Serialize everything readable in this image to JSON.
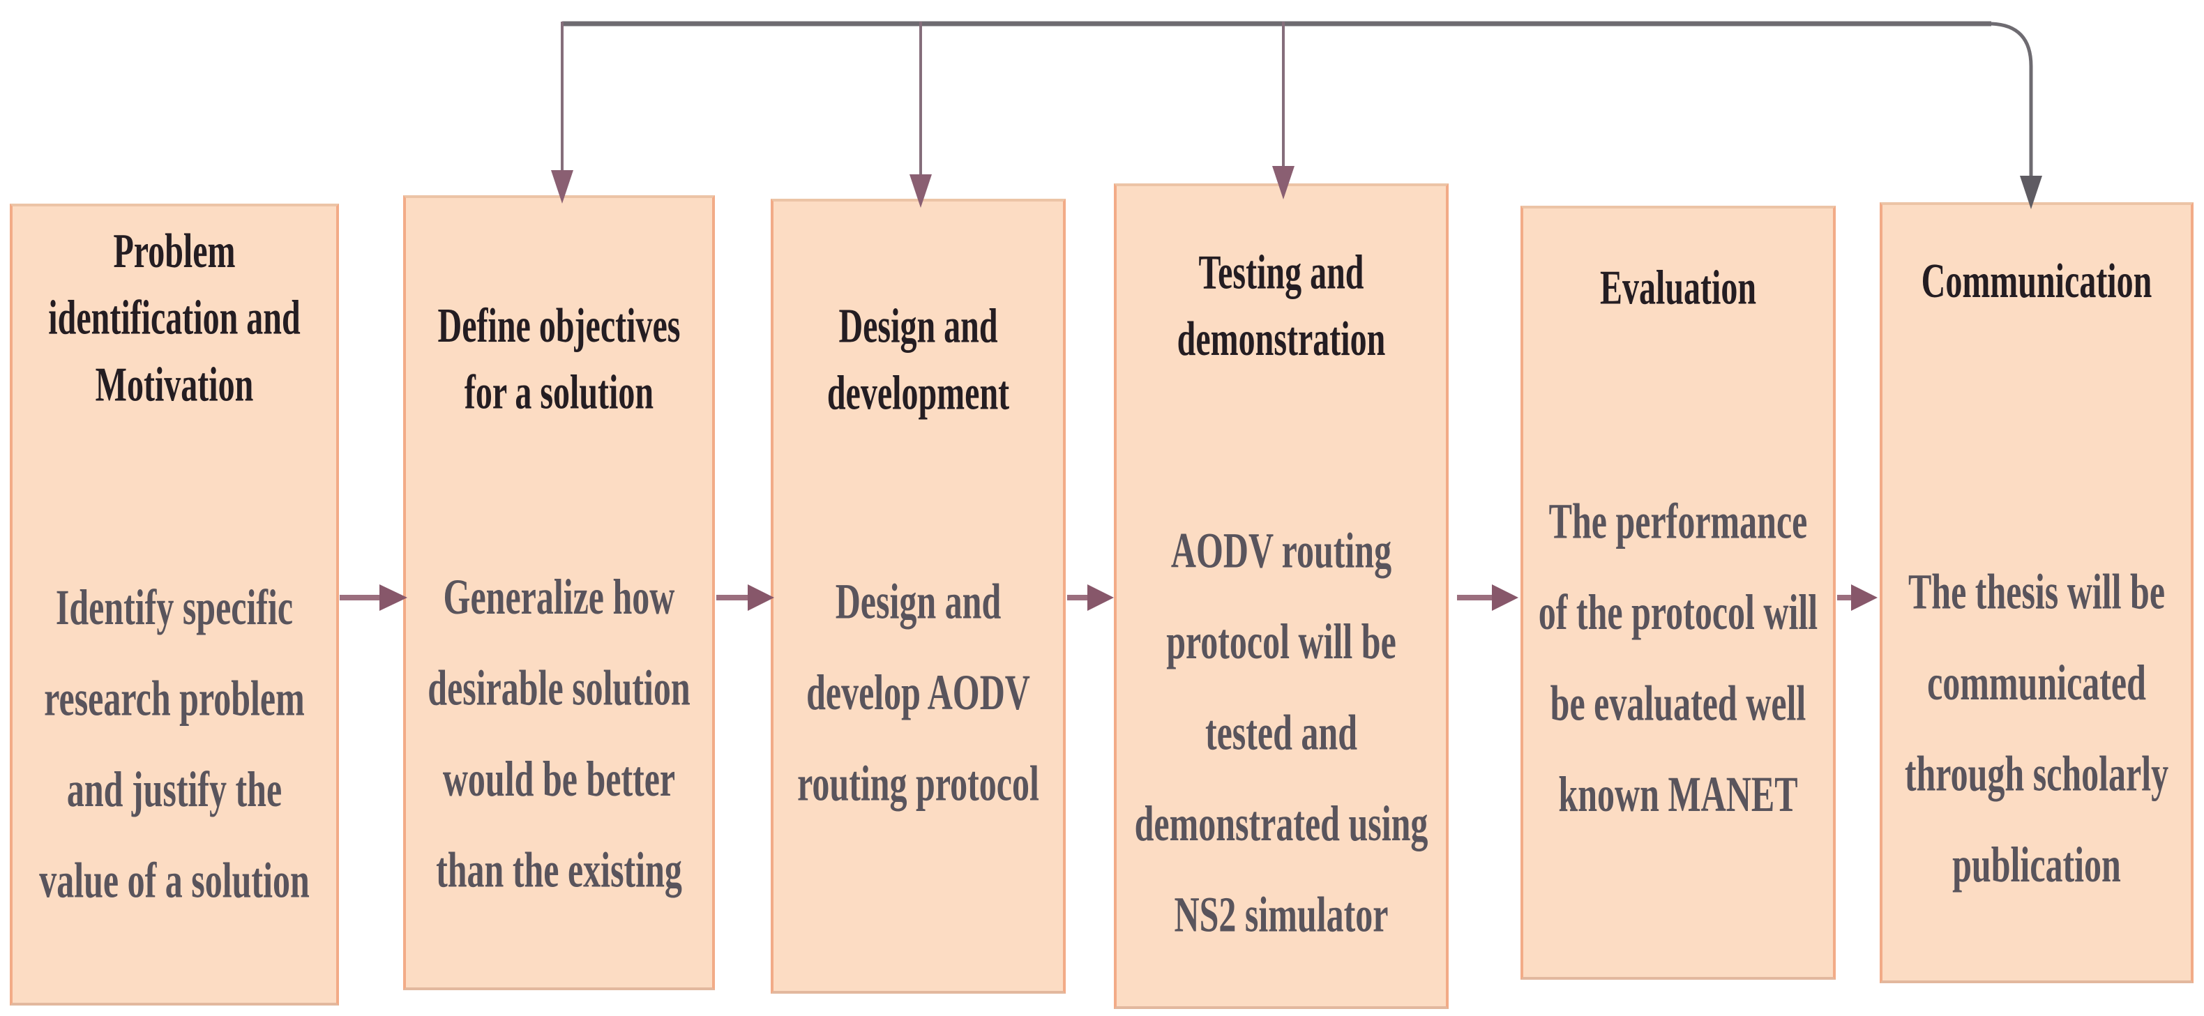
{
  "flowchart": {
    "boxes": [
      {
        "id": "problem-identification",
        "title_lines": [
          "Problem",
          "identification and",
          "Motivation"
        ],
        "body_lines": [
          "Identify specific",
          "research problem",
          "and justify the",
          "value of a solution"
        ]
      },
      {
        "id": "define-objectives",
        "title_lines": [
          "Define objectives",
          "for a solution"
        ],
        "body_lines": [
          "Generalize how",
          "desirable solution",
          "would be better",
          "than the existing"
        ]
      },
      {
        "id": "design-development",
        "title_lines": [
          "Design and",
          "development"
        ],
        "body_lines": [
          "Design and",
          "develop AODV",
          "routing protocol"
        ]
      },
      {
        "id": "testing-demonstration",
        "title_lines": [
          "Testing and",
          "demonstration"
        ],
        "body_lines": [
          "AODV routing",
          "protocol will be",
          "tested and",
          "demonstrated using",
          "NS2 simulator"
        ]
      },
      {
        "id": "evaluation",
        "title_lines": [
          "Evaluation"
        ],
        "body_lines": [
          "The performance",
          "of the protocol will",
          "be evaluated well",
          "known MANET"
        ]
      },
      {
        "id": "communication",
        "title_lines": [
          "Communication"
        ],
        "body_lines": [
          "The thesis will be",
          "communicated",
          "through scholarly",
          "publication"
        ]
      }
    ],
    "connections": {
      "forward": [
        {
          "from": "problem-identification",
          "to": "define-objectives"
        },
        {
          "from": "define-objectives",
          "to": "design-development"
        },
        {
          "from": "design-development",
          "to": "testing-demonstration"
        },
        {
          "from": "testing-demonstration",
          "to": "evaluation"
        },
        {
          "from": "evaluation",
          "to": "communication"
        }
      ],
      "feedback_targets": [
        "define-objectives",
        "design-development",
        "testing-demonstration",
        "communication"
      ]
    },
    "colors": {
      "box_fill": "#fcdcc3",
      "box_border": "#f2ab87",
      "title_text": "#241d22",
      "body_text": "#59545c",
      "flow_arrow": "#9b6e7e",
      "feedback_line": "#6e6b71",
      "feedback_arrowhead": "#8a5f72",
      "background": "#ffffff"
    }
  }
}
